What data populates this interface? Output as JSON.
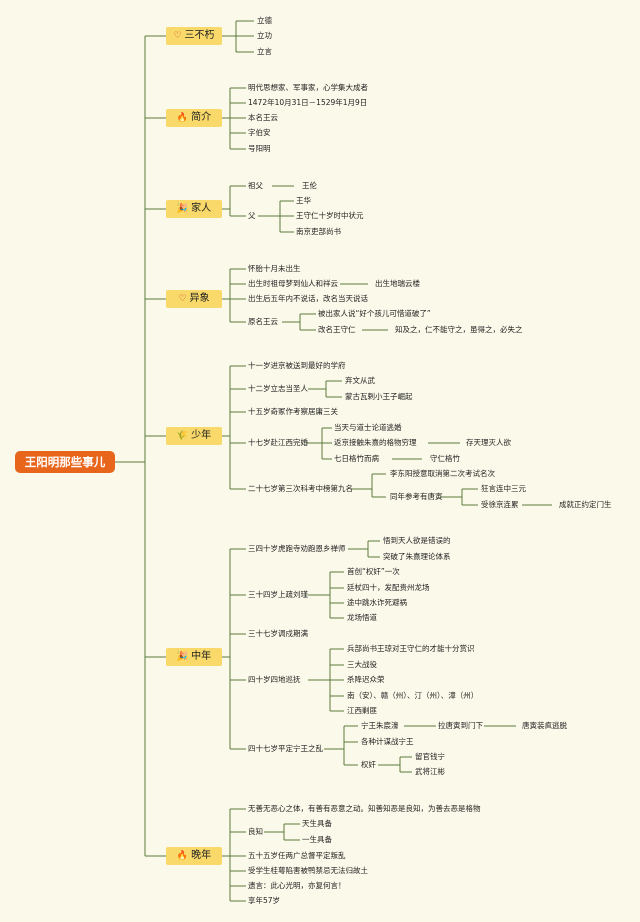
{
  "root": "王阳明那些事儿",
  "categories": [
    {
      "label": "三不朽",
      "icon": "heart-icon",
      "glyph": "♡",
      "color": "#d0352b",
      "items": [
        "立德",
        "立功",
        "立言"
      ]
    },
    {
      "label": "简介",
      "icon": "fire-icon",
      "glyph": "🔥",
      "color": "#e8651c",
      "items": [
        "明代思想家、军事家，心学集大成者",
        "1472年10月31日－1529年1月9日",
        "本名王云",
        "字伯安",
        "号阳明"
      ]
    },
    {
      "label": "家人",
      "icon": "party-icon",
      "glyph": "🎉",
      "color": "#c24a1a",
      "items": [
        "祖父",
        "王伦",
        "父",
        "王华",
        "王守仁十岁时中状元",
        "南京吏部尚书"
      ]
    },
    {
      "label": "异象",
      "icon": "heart-icon",
      "glyph": "♡",
      "color": "#d0352b",
      "items": [
        "怀胎十月未出生",
        "出生时祖母梦到仙人和祥云",
        "出生地瑞云楼",
        "出生后五年内不说话，改名当天说话",
        "原名王云",
        "被出家人说“好个孩儿可惜道破了”",
        "改名王守仁",
        "知及之，仁不能守之，虽得之，必失之"
      ]
    },
    {
      "label": "少年",
      "icon": "wheat-icon",
      "glyph": "🌾",
      "color": "#c99a1a",
      "items": [
        "十一岁进京被送到最好的学府",
        "十二岁立志当圣人",
        "弃文从武",
        "蒙古瓦剌小王子崛起",
        "十五岁奇冢作考察居庸三关",
        "十七岁赴江西完婚",
        "当天与道士论道逃婚",
        "返京接触朱熹的格物穷理",
        "存天理灭人欲",
        "七日格竹而病",
        "守仁格竹",
        "二十七岁第三次科考中榜第九名",
        "李东阳授意取消第二次考试名次",
        "同年参考有唐寅",
        "狂言连中三元",
        "受徐京连累",
        "成就正约定门生"
      ]
    },
    {
      "label": "中年",
      "icon": "party-icon",
      "glyph": "🎉",
      "color": "#c24a1a",
      "items": [
        "三四十岁虎跑寺劝跑恩乡禅师",
        "悟到天人欲是错误的",
        "突破了朱熹理论体系",
        "三十四岁上疏刘瑾",
        "首创“权奸”一次",
        "廷杖四十，发配贵州龙场",
        "途中跳水诈死避祸",
        "龙场悟道",
        "三十七岁调戍期满",
        "四十岁四地巡抚",
        "兵部尚书王琼对王守仁的才能十分赏识",
        "三大战役",
        "杀降迟众荣",
        "南（安）、赣（州）、汀（州）、漳（州）",
        "江西剿匪",
        "四十七岁平定宁王之乱",
        "宁王朱宸濠",
        "拉唐寅到门下",
        "唐寅装疯逃脱",
        "各种计谋战宁王",
        "权奸",
        "留官钱宁",
        "武将江彬"
      ]
    },
    {
      "label": "晚年",
      "icon": "fire-icon",
      "glyph": "🔥",
      "color": "#3a7fd6",
      "items": [
        "无善无恶心之体，有善有恶意之动。知善知恶是良知，为善去恶是格物",
        "良知",
        "天生具备",
        "一生具备",
        "五十五岁任两广总督平定叛乱",
        "受学生桂萼陷害被鸭禁忌无法归故土",
        "遗言：此心光明，亦复何言！",
        "享年57岁"
      ]
    }
  ]
}
